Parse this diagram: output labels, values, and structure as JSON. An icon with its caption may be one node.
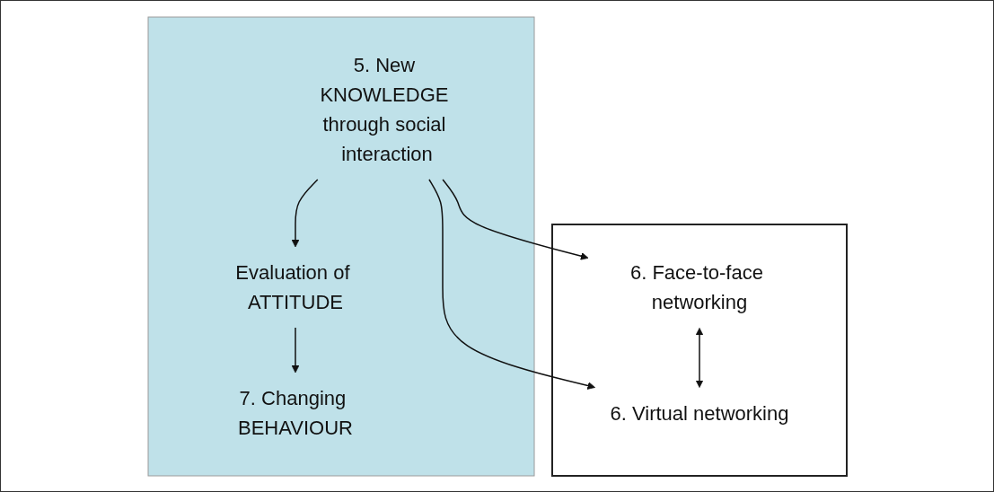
{
  "diagram": {
    "nodes": [
      {
        "text": [],
        "shape": "box"
      },
      {
        "text": [
          "5. New KNOWLEDGE through social interaction"
        ],
        "in": 0
      },
      {
        "text": [],
        "shape": "bar"
      },
      {
        "text": [
          "6. Face-to-face networking"
        ],
        "in": 2
      },
      {
        "text": [
          "6. Virtual networking"
        ],
        "in": 2
      },
      {
        "text": [
          "Evaluation of ATTITUDE"
        ],
        "in": 0
      },
      {
        "text": [
          "7. Changing BEHAVIOUR"
        ],
        "in": 0
      }
    ],
    "edges": [
      {
        "from": 1,
        "to": 3,
        "arrow": "to"
      },
      {
        "from": 1,
        "to": 4,
        "arrow": "to"
      },
      {
        "from": 3,
        "to": 4,
        "arrow": "both"
      },
      {
        "from": 1,
        "to": 5,
        "arrow": "to"
      },
      {
        "from": 5,
        "to": 6,
        "arrow": "to"
      }
    ]
  }
}
